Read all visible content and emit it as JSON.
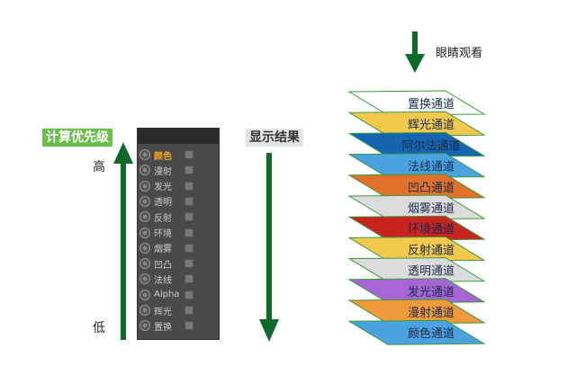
{
  "left": {
    "priority_label": "计算优先级",
    "high": "高",
    "low": "低",
    "result_label": "显示结果"
  },
  "panel": {
    "items": [
      {
        "label": "颜色",
        "active": true
      },
      {
        "label": "漫射"
      },
      {
        "label": "发光"
      },
      {
        "label": "透明"
      },
      {
        "label": "反射"
      },
      {
        "label": "环境"
      },
      {
        "label": "烟雾"
      },
      {
        "label": "凹凸"
      },
      {
        "label": "法线"
      },
      {
        "label": "Alpha"
      },
      {
        "label": "辉光"
      },
      {
        "label": "置换"
      }
    ]
  },
  "eye_label": "眼睛观看",
  "layers": [
    {
      "label": "置换通道",
      "color": "#ffffff"
    },
    {
      "label": "辉光通道",
      "color": "#f2c94c"
    },
    {
      "label": "阿尔法通道",
      "color": "#1565b0"
    },
    {
      "label": "法线通道",
      "color": "#4aa3e0"
    },
    {
      "label": "凹凸通道",
      "color": "#e0702a"
    },
    {
      "label": "烟雾通道",
      "color": "#dcdcdc"
    },
    {
      "label": "环境通道",
      "color": "#c8231e"
    },
    {
      "label": "反射通道",
      "color": "#f2c94c"
    },
    {
      "label": "透明通道",
      "color": "#dcdcdc"
    },
    {
      "label": "发光通道",
      "color": "#a865d6"
    },
    {
      "label": "漫射通道",
      "color": "#f09a3a"
    },
    {
      "label": "颜色通道",
      "color": "#4aa3e0"
    }
  ],
  "colors": {
    "arrow": "#0d6b2a",
    "active": "#f5a623"
  }
}
